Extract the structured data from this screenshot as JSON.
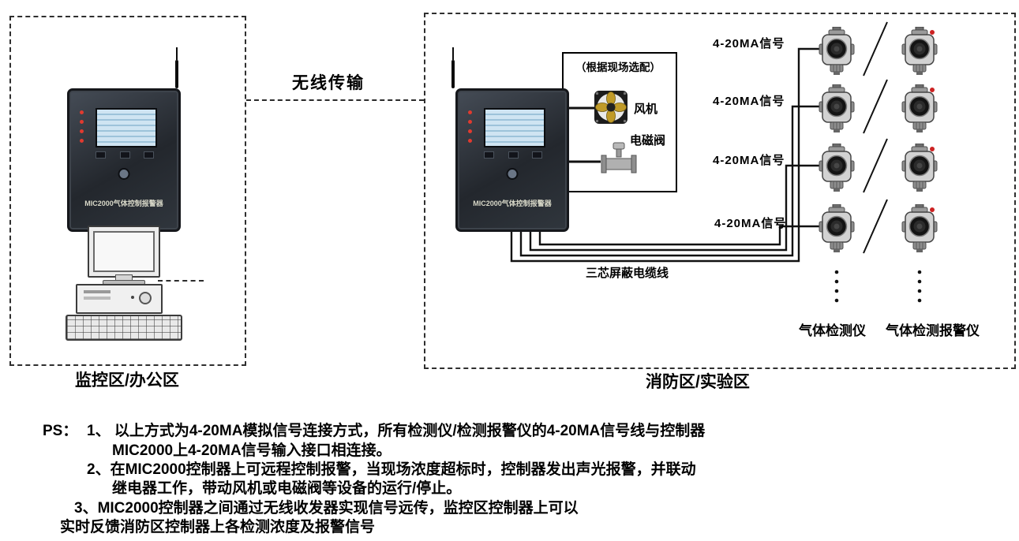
{
  "colors": {
    "wire": "#111111",
    "alarm_red": "#cc2222",
    "fan_blade_yellow": "#c09a28",
    "controller_body": "#2b3036"
  },
  "icons": {
    "antenna": "antenna-icon",
    "fan": "fan-icon",
    "solenoid_valve": "solenoid-valve-icon",
    "gas_detector": "gas-detector-icon",
    "gas_alarm_detector": "gas-alarm-detector-icon",
    "computer": "desktop-computer",
    "lock": "lock-icon"
  },
  "left_zone": {
    "label": "监控区/办公区",
    "controller_label": "MIC2000气体控制报警器"
  },
  "wireless_link": {
    "label": "无线传输"
  },
  "right_zone": {
    "label": "消防区/实验区",
    "controller_label": "MIC2000气体控制报警器",
    "optional_box": {
      "title": "（根据现场选配）",
      "fan_label": "风机",
      "valve_label": "电磁阀"
    },
    "cable_label": "三芯屏蔽电缆线",
    "signal_labels": [
      "4-20MA信号",
      "4-20MA信号",
      "4-20MA信号",
      "4-20MA信号"
    ],
    "detector_labels": {
      "left_column": "气体检测仪",
      "right_column": "气体检测报警仪"
    }
  },
  "notes": {
    "prefix": "PS：",
    "lines": [
      "1、 以上方式为4-20MA模拟信号连接方式，所有检测仪/检测报警仪的4-20MA信号线与控制器",
      "MIC2000上4-20MA信号输入接口相连接。",
      "2、在MIC2000控制器上可远程控制报警，当现场浓度超标时，控制器发出声光报警，并联动",
      "继电器工作，带动风机或电磁阀等设备的运行/停止。",
      "3、MIC2000控制器之间通过无线收发器实现信号远传，监控区控制器上可以",
      "实时反馈消防区控制器上各检测浓度及报警信号"
    ]
  }
}
